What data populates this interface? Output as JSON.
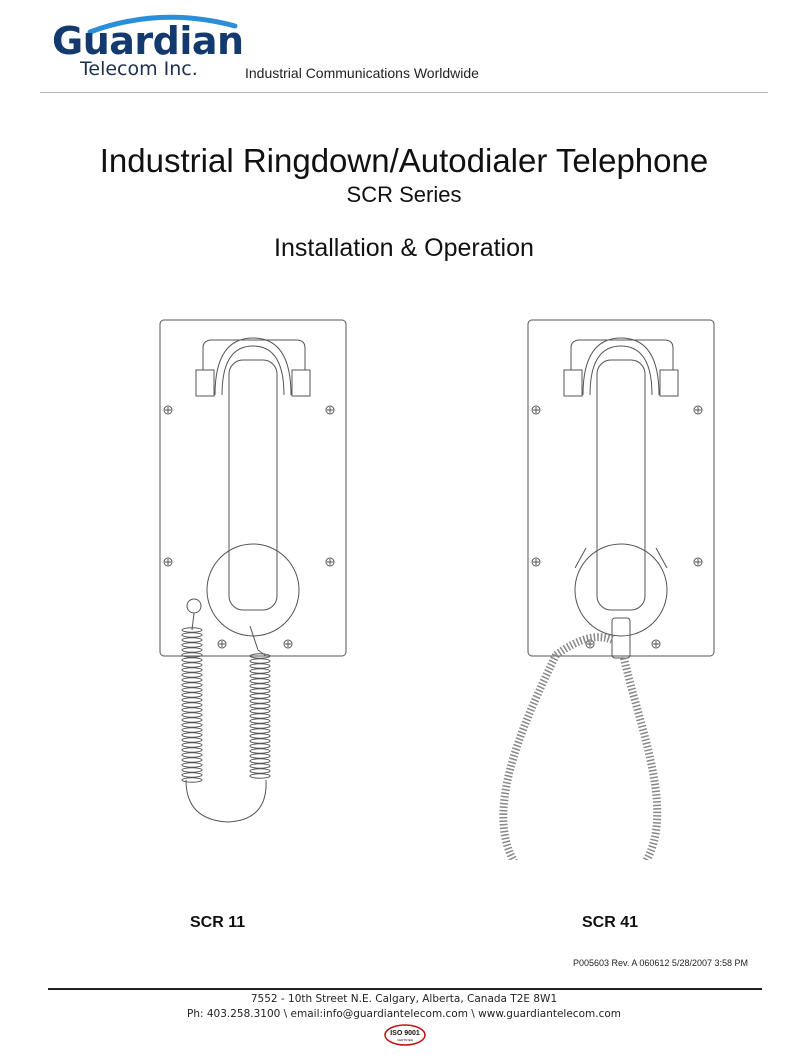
{
  "header": {
    "logo_name": "Guardian",
    "logo_sub": "Telecom Inc.",
    "tagline": "Industrial Communications Worldwide",
    "brand_color": "#123a6e",
    "swoosh_color": "#2a8fd8"
  },
  "cover": {
    "title": "Industrial Ringdown/Autodialer Telephone",
    "series": "SCR Series",
    "subtitle": "Installation & Operation"
  },
  "figures": [
    {
      "model": "SCR 11",
      "illustration": "wall-phone-coiled-cord"
    },
    {
      "model": "SCR 41",
      "illustration": "wall-phone-armored-cord"
    }
  ],
  "doc_number": "P005603 Rev. A 060612 5/28/2007 3:58 PM",
  "footer": {
    "address_line": "7552 - 10th Street N.E. Calgary, Alberta, Canada T2E 8W1",
    "contact_line": "Ph: 403.258.3100 \\ email:info@guardiantelecom.com \\ www.guardiantelecom.com",
    "iso_line1": "ISO 9001",
    "iso_line2": "CERTIFIED"
  }
}
